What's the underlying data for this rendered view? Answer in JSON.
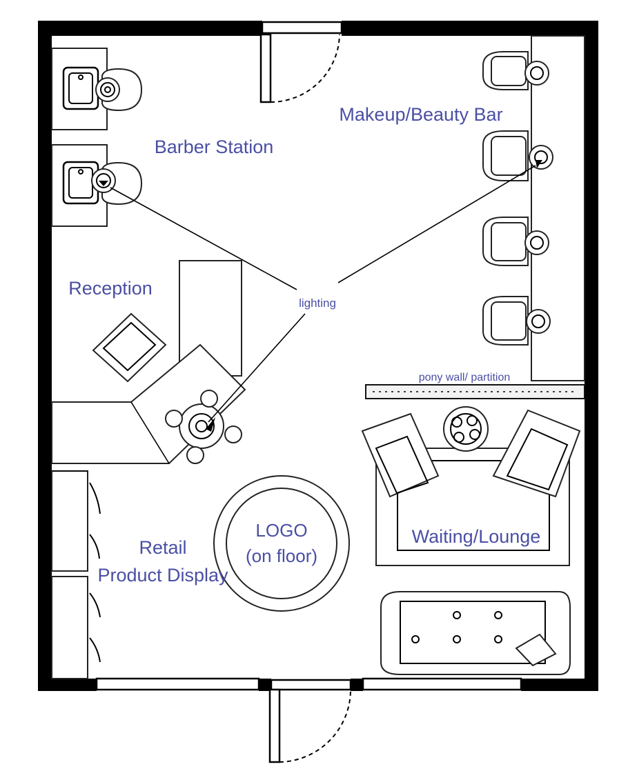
{
  "labels": {
    "barber_station": "Barber Station",
    "makeup_bar": "Makeup/Beauty Bar",
    "reception": "Reception",
    "lighting": "lighting",
    "pony_wall": "pony wall/ partition",
    "logo_line1": "LOGO",
    "logo_line2": "(on floor)",
    "retail_line1": "Retail",
    "retail_line2": "Product Display",
    "waiting": "Waiting/Lounge"
  },
  "colors": {
    "label_text": "#4a4fa3",
    "walls": "#000000",
    "background": "#ffffff"
  }
}
